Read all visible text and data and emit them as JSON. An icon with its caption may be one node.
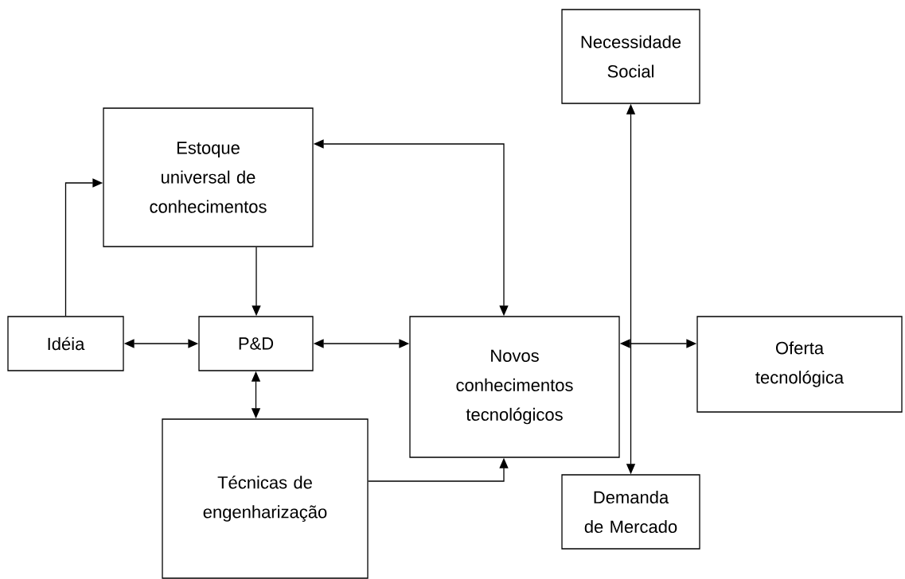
{
  "diagram": {
    "nodes": [
      {
        "text": [
          "Necessidade Social"
        ]
      },
      {
        "text": [
          "Estoque universal de conhecimentos"
        ]
      },
      {
        "text": [
          "Idéia"
        ]
      },
      {
        "text": [
          "P&D"
        ]
      },
      {
        "text": [
          "Novos conhecimentos tecnológicos"
        ]
      },
      {
        "text": [
          "Oferta tecnológica"
        ]
      },
      {
        "text": [
          "Técnicas de engenharização"
        ]
      },
      {
        "text": [
          "Demanda de Mercado"
        ]
      }
    ],
    "edges": [
      {
        "from": 2,
        "to": 1,
        "arrow": "to"
      },
      {
        "from": 1,
        "to": 3,
        "arrow": "to"
      },
      {
        "from": 2,
        "to": 3,
        "arrow": "both"
      },
      {
        "from": 3,
        "to": 4,
        "arrow": "both"
      },
      {
        "from": 1,
        "to": 4,
        "arrow": "both"
      },
      {
        "from": 3,
        "to": 6,
        "arrow": "both"
      },
      {
        "from": 6,
        "to": 4,
        "arrow": "to"
      },
      {
        "from": 4,
        "to": 5,
        "arrow": "both"
      },
      {
        "from": 0,
        "to": 7,
        "arrow": "both"
      }
    ]
  }
}
